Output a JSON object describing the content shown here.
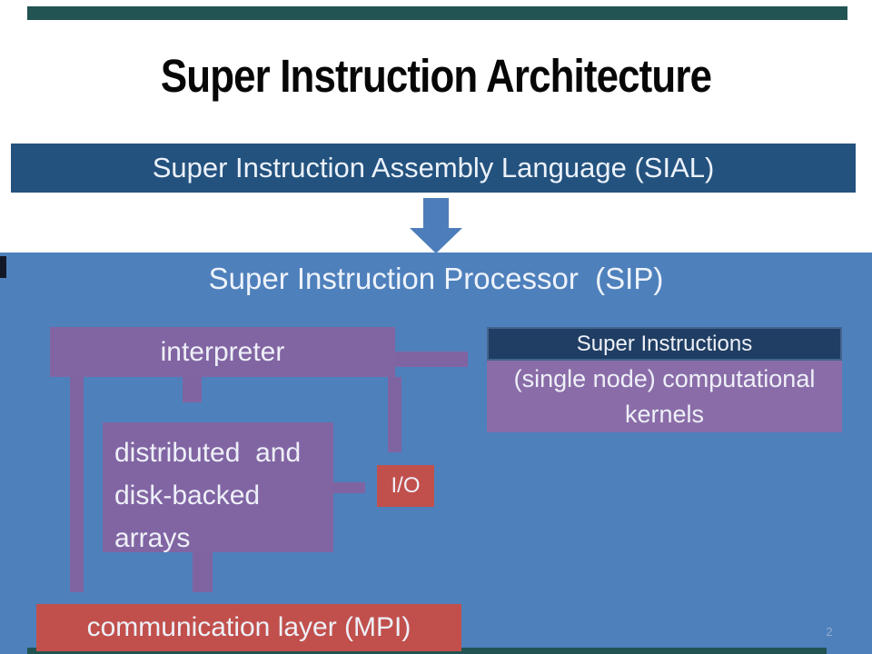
{
  "slide": {
    "title": "Super Instruction Architecture",
    "page_number": "2"
  },
  "banners": {
    "sial_label": "Super Instruction Assembly Language (SIAL)"
  },
  "sip": {
    "title": "Super Instruction Processor  (SIP)",
    "interpreter_label": "interpreter",
    "super_instructions_header": "Super Instructions",
    "kernels_label": "(single node) computational kernels",
    "distributed_lines": [
      "distributed  and",
      "disk-backed",
      "arrays"
    ],
    "io_label": "I/O",
    "communication_label": "communication layer (MPI)"
  },
  "icons": {
    "down_arrow": "down-arrow",
    "right_arrow": "right-arrow"
  },
  "colors": {
    "accent_bar_teal": "#215452",
    "sial_navy": "#24527E",
    "arrow_blue": "#4D7EBB",
    "sip_blue": "#4E80BC",
    "box_purple": "#8165A3",
    "kernels_purple": "#8A6DA8",
    "connector_purple": "#8064A2",
    "header_navy": "#203E63",
    "header_border": "#42648E",
    "box_red": "#C1504C",
    "left_tab_dark": "#131826",
    "title_black": "#070707",
    "page_number_blue": "#95ABCB"
  }
}
